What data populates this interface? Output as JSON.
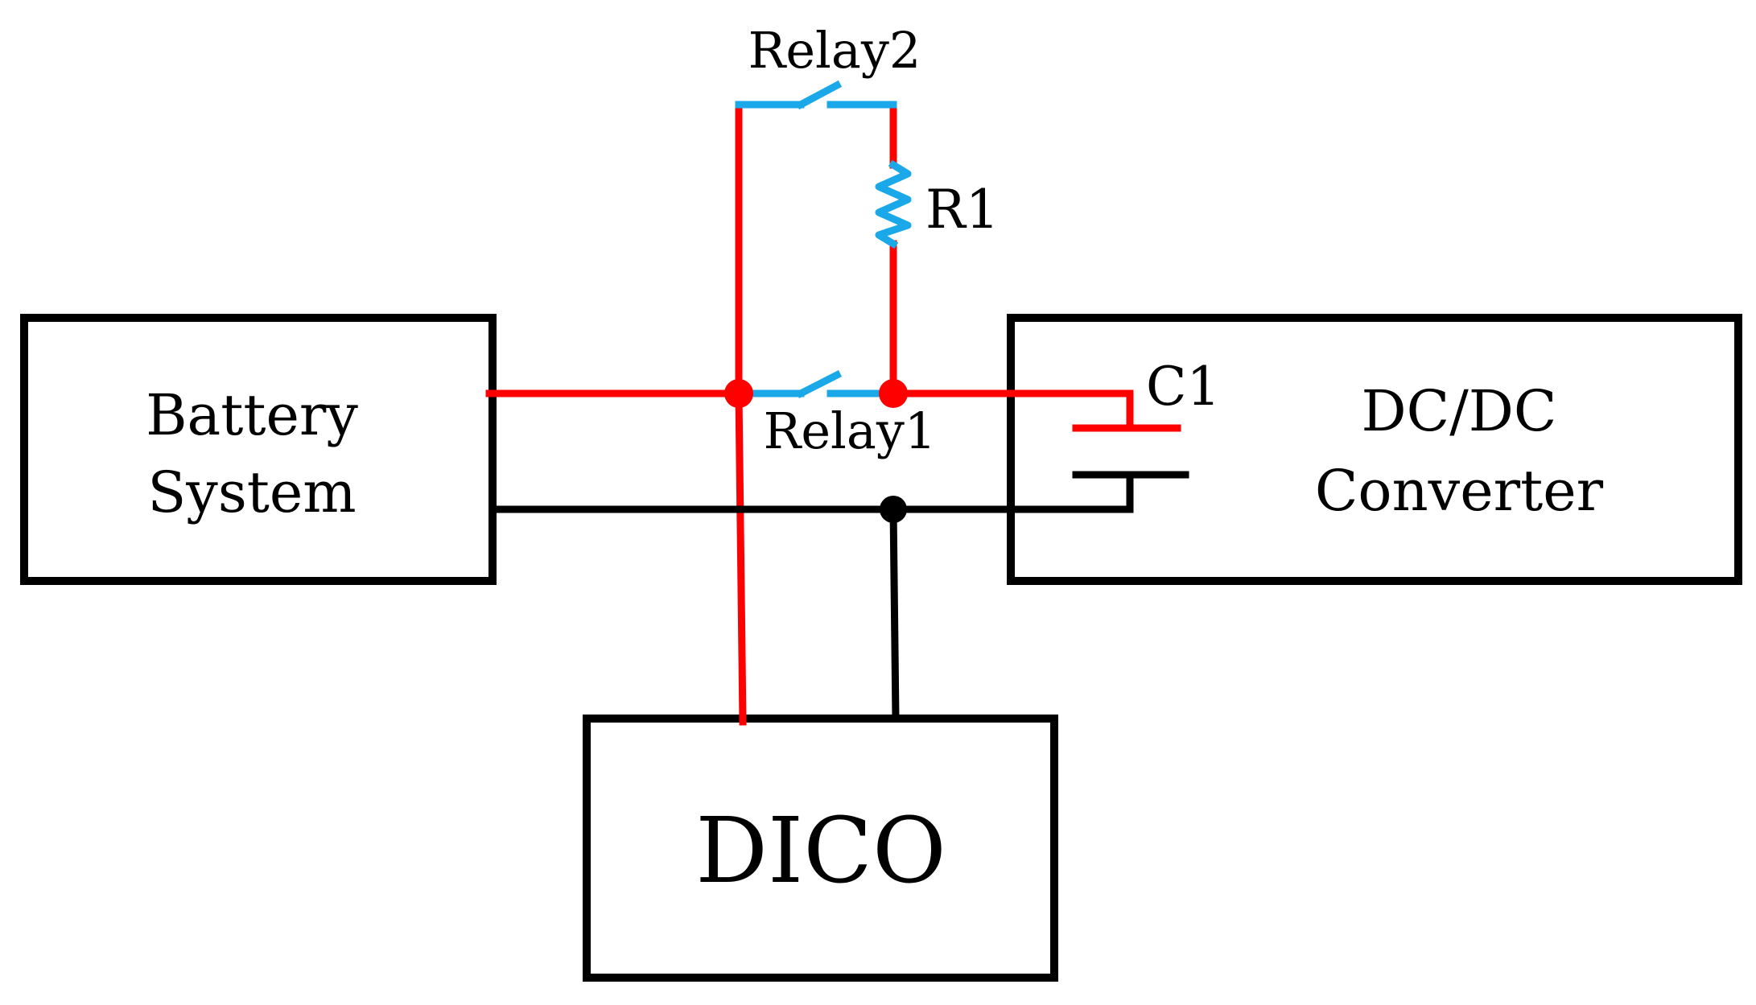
{
  "blocks": {
    "battery": {
      "line1": "Battery",
      "line2": "System"
    },
    "converter": {
      "line1": "DC/DC",
      "line2": "Converter"
    },
    "dico": {
      "label": "DICO"
    }
  },
  "components": {
    "relay1": "Relay1",
    "relay2": "Relay2",
    "resistor": "R1",
    "capacitor": "C1"
  },
  "colors": {
    "positive_wire": "#ff0000",
    "negative_wire": "#000000",
    "component": "#1aa8e8"
  }
}
